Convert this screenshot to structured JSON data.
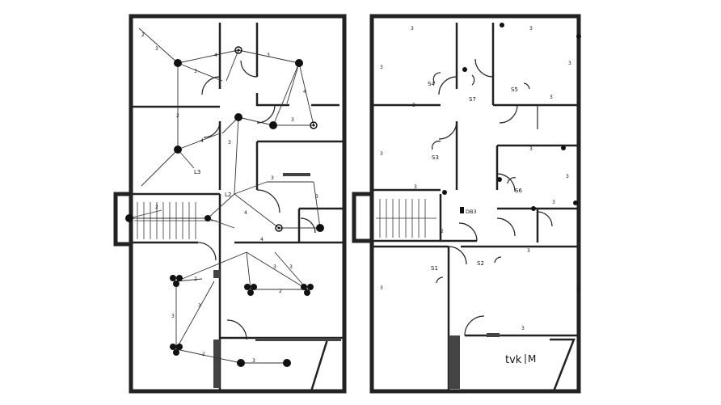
{
  "drawing": {
    "left_plan": {
      "labels": {
        "l3": "L3",
        "l2": "L2"
      },
      "wire_counts": [
        "2",
        "3",
        "4",
        "3",
        "3",
        "2",
        "4",
        "3",
        "4",
        "3",
        "3",
        "2",
        "3",
        "4",
        "4",
        "3",
        "2",
        "3",
        "3",
        "2",
        "2",
        "3",
        "3"
      ]
    },
    "right_plan": {
      "labels": {
        "s1": "S1",
        "s2": "S2",
        "s3": "S3",
        "s4": "S4",
        "s5": "S5",
        "s6": "S6",
        "s7": "S7",
        "db": "DB3"
      },
      "wire_counts": [
        "3",
        "3",
        "3",
        "3",
        "3",
        "3",
        "3",
        "3",
        "3",
        "3",
        "3",
        "2",
        "3",
        "2",
        "3",
        "3"
      ]
    },
    "watermark": "tvk",
    "scale_mark": "M"
  }
}
